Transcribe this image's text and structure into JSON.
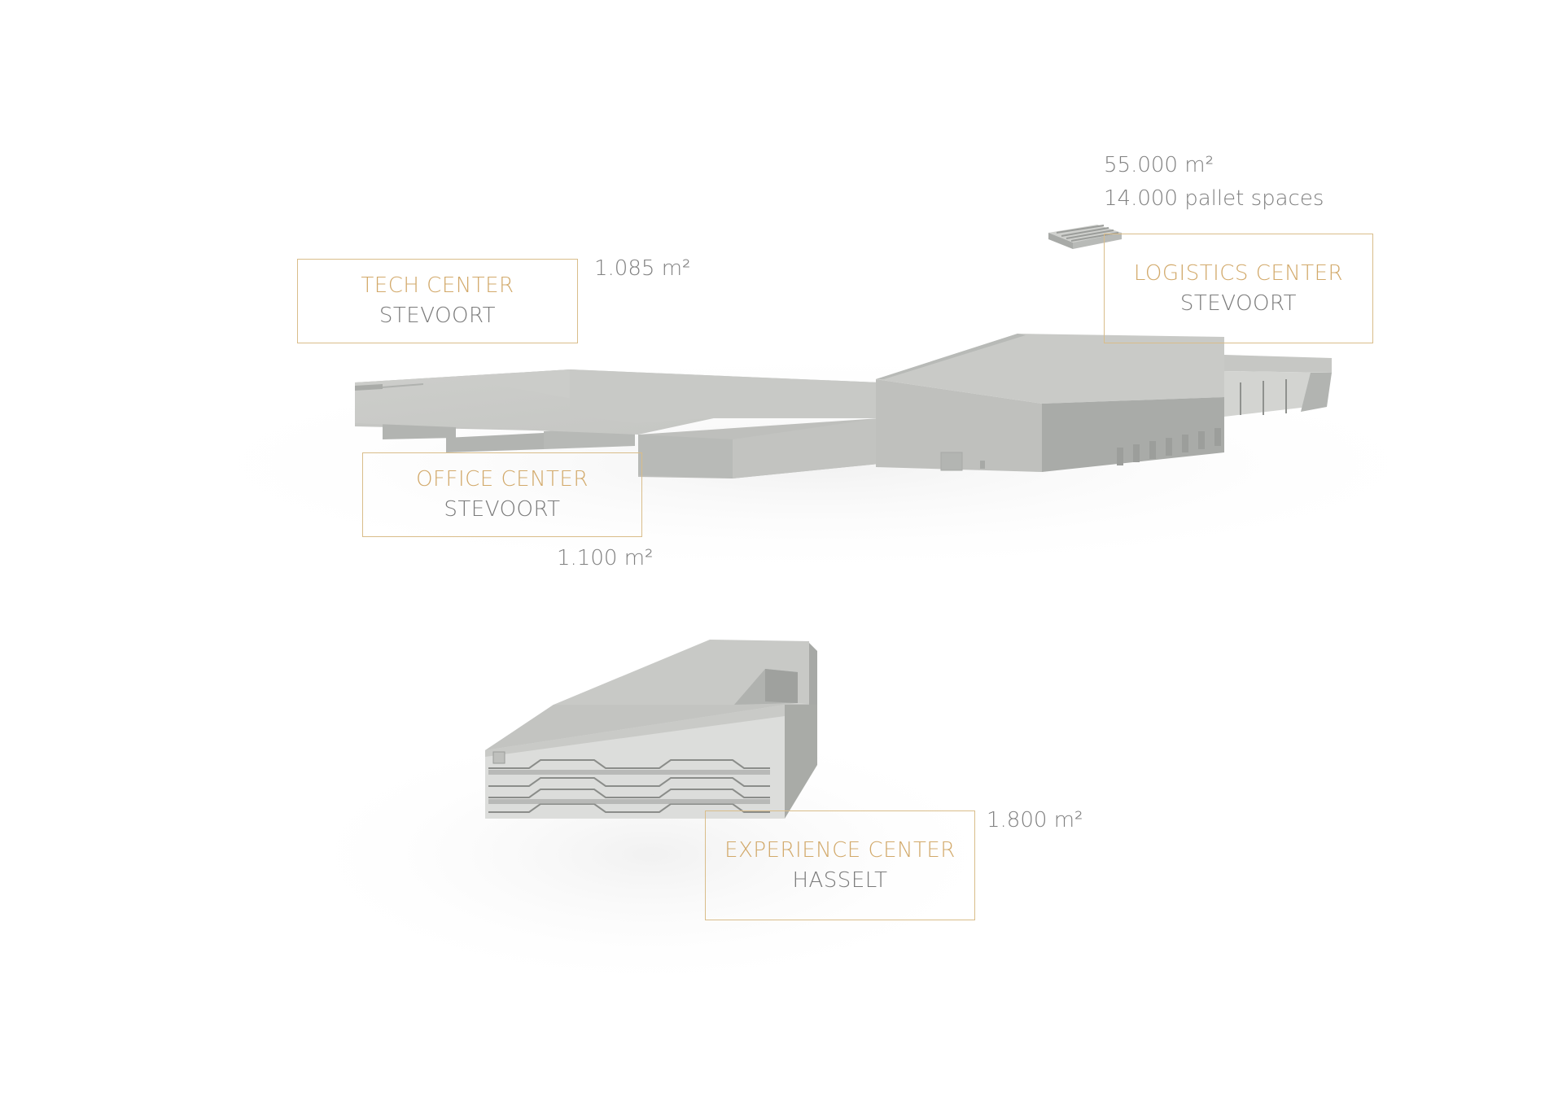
{
  "centers": {
    "tech": {
      "title": "TECH CENTER",
      "city": "STEVOORT",
      "area": "1.085 m²"
    },
    "office": {
      "title": "OFFICE CENTER",
      "city": "STEVOORT",
      "area": "1.100 m²"
    },
    "logistics": {
      "title": "LOGISTICS CENTER",
      "city": "STEVOORT",
      "area": "55.000 m²",
      "pallets": "14.000 pallet spaces"
    },
    "experience": {
      "title": "EXPERIENCE CENTER",
      "city": "HASSELT",
      "area": "1.800 m²"
    }
  },
  "colors": {
    "accent_gold": "#d2a96a",
    "box_border": "#d9bd8a",
    "text_gray": "#7a7a7a",
    "building_top": "#c9cac7",
    "building_side": "#b4b6b3",
    "building_front": "#c0c2bf"
  }
}
